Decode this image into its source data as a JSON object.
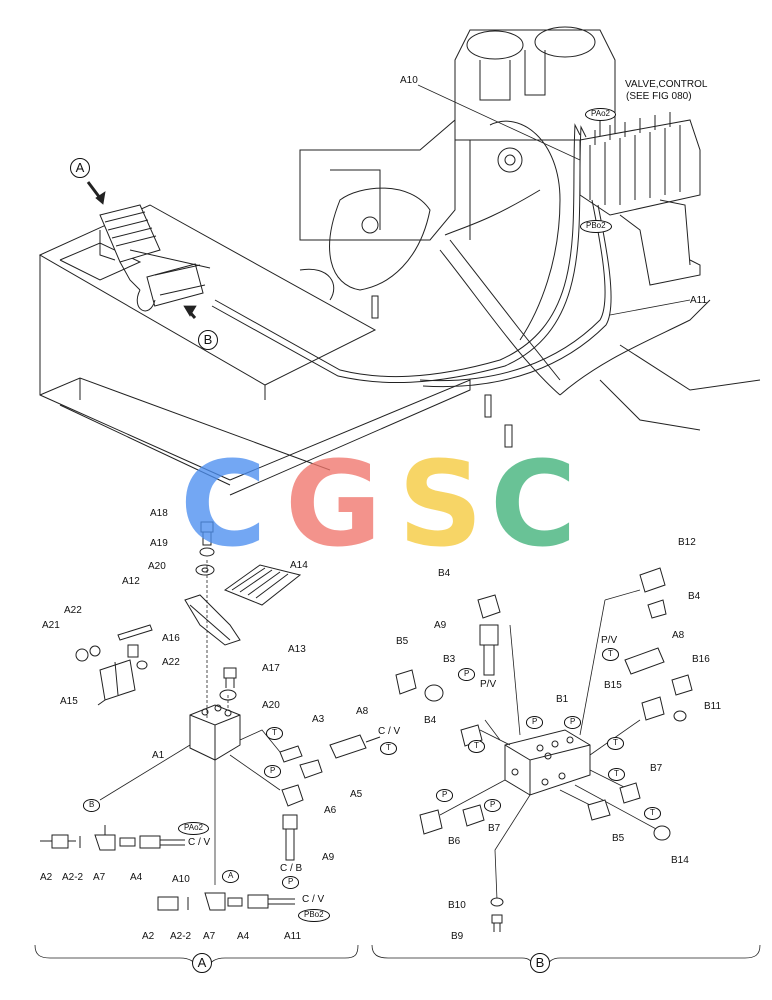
{
  "top_labels": {
    "a10": "A10",
    "valve_line1": "VALVE,CONTROL",
    "valve_line2": "(SEE FIG 080)",
    "pao2": "PAo2",
    "pbo2": "PBo2",
    "a11": "A11",
    "callout_a": "A",
    "callout_b": "B"
  },
  "left_parts": {
    "a18": "A18",
    "a19": "A19",
    "a20_top": "A20",
    "a14": "A14",
    "a12": "A12",
    "a22_left": "A22",
    "a21": "A21",
    "a16": "A16",
    "a22_right": "A22",
    "a15": "A15",
    "a13": "A13",
    "a17": "A17",
    "a20_mid": "A20",
    "a1": "A1",
    "a3": "A3",
    "a8": "A8",
    "cv_top": "C / V",
    "t_a3": "T",
    "t_a8": "T",
    "p_a5": "P",
    "a5": "A5",
    "a6": "A6",
    "a9": "A9",
    "cb": "C / B",
    "p_a9": "P",
    "b_oval": "B",
    "a_oval": "A"
  },
  "row_b": {
    "a2": "A2",
    "a2_2": "A2-2",
    "a7": "A7",
    "a4": "A4",
    "a10": "A10",
    "cv": "C / V",
    "port": "PAo2"
  },
  "row_a": {
    "a2": "A2",
    "a2_2": "A2-2",
    "a7": "A7",
    "a4": "A4",
    "a11": "A11",
    "cv": "C / V",
    "port": "PBo2"
  },
  "right_parts": {
    "b12": "B12",
    "b4_top": "B4",
    "b4_right": "B4",
    "a9": "A9",
    "b5_top": "B5",
    "b3": "B3",
    "p_b3": "P",
    "pv_left": "P/V",
    "pv_top": "P/V",
    "t_a8": "T",
    "a8": "A8",
    "b16": "B16",
    "b15": "B15",
    "b11": "B11",
    "b4_mid": "B4",
    "p1": "P",
    "p2": "P",
    "b1": "B1",
    "t1": "T",
    "t2": "T",
    "t3": "T",
    "t4": "T",
    "p3": "P",
    "p4": "P",
    "b7_right": "B7",
    "b7_left": "B7",
    "b6": "B6",
    "b5_bottom": "B5",
    "b14": "B14",
    "b10": "B10",
    "b9": "B9"
  },
  "section_labels": {
    "a": "A",
    "b": "B"
  },
  "watermark": {
    "letters": [
      "C",
      "G",
      "S",
      "C"
    ],
    "colors": [
      "#4d8ff0",
      "#f0766c",
      "#f6ca3c",
      "#3fb179"
    ]
  }
}
